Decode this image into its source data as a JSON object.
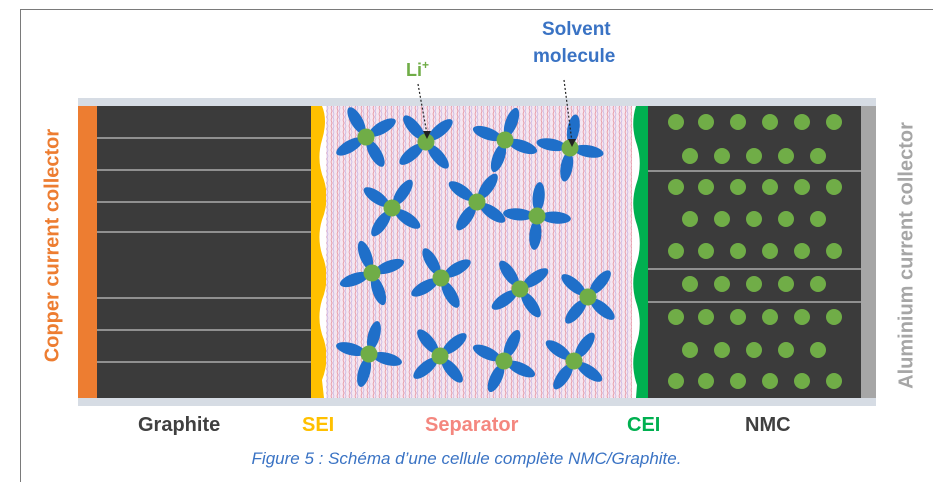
{
  "labels": {
    "copper": "Copper current collector",
    "aluminium": "Aluminium current collector",
    "graphite": "Graphite",
    "sei": "SEI",
    "separator": "Separator",
    "cei": "CEI",
    "nmc": "NMC",
    "li": "Li",
    "li_sup": "+",
    "solvent_line1": "Solvent",
    "solvent_line2": "molecule"
  },
  "caption": "Figure 5 : Schéma d’une cellule complète NMC/Graphite.",
  "colors": {
    "copper": "#ed7d31",
    "sei": "#ffc000",
    "separator_text": "#f4877f",
    "cei": "#00b050",
    "electrode": "#3b3b3b",
    "dark_text": "#404040",
    "aluminium": "#a6a6a6",
    "molecule": "#1f6fc9",
    "li_ion": "#70ad47",
    "solvent_text": "#3a73c4",
    "caption": "#3a73c4"
  }
}
